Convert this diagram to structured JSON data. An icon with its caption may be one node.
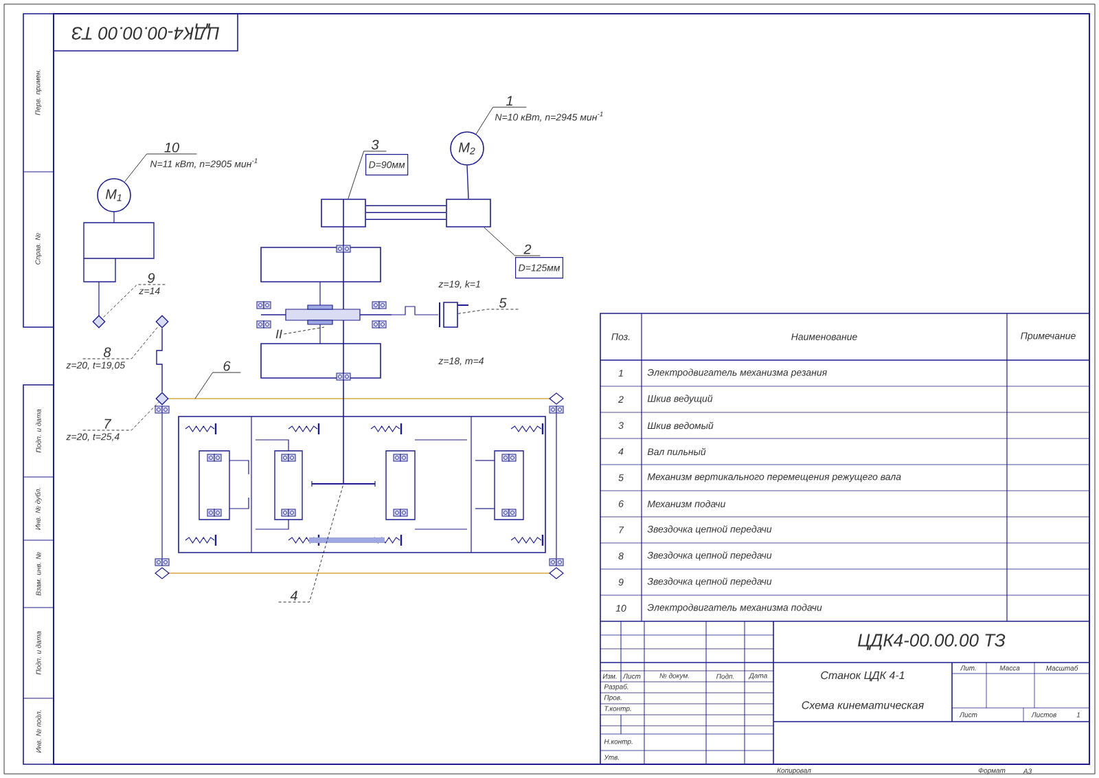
{
  "diagram": {
    "nodes": [
      {
        "text": [
          "10",
          "N=11 кВт, n=2905 мин$^{-1}$"
        ]
      },
      {
        "text": [
          "M$_{1}$"
        ]
      },
      {
        "text": [
          "1",
          "N=10 кВт, n=2945 мин$^{-1}$"
        ]
      },
      {
        "text": [
          "M$_{2}$"
        ]
      },
      {
        "text": [
          "3",
          "D=90мм"
        ]
      },
      {
        "text": [],
        "shape": "box"
      },
      {
        "text": [
          "2",
          "D=125мм"
        ]
      },
      {
        "text": [],
        "shape": "box"
      },
      {
        "text": [
          "5"
        ]
      },
      {
        "text": [],
        "shape": "box"
      },
      {
        "text": [
          "9",
          "z=14"
        ]
      },
      {
        "text": [],
        "shape": "diamond"
      },
      {
        "text": [
          "8",
          "z=20, t=19,05"
        ]
      },
      {
        "text": [],
        "shape": "diamond"
      },
      {
        "text": [
          "6"
        ]
      },
      {
        "text": [
          "7",
          "z=20, t=25,4"
        ]
      },
      {
        "text": [],
        "shape": "diamond"
      },
      {
        "text": [
          "4"
        ]
      },
      {
        "text": [
          "II"
        ]
      }
    ],
    "edges": [
      {
        "from": 0,
        "to": 1,
        "arrow": "none"
      },
      {
        "from": 2,
        "to": 3,
        "arrow": "none"
      },
      {
        "from": 4,
        "to": 5,
        "arrow": "none"
      },
      {
        "from": 6,
        "to": 7,
        "arrow": "none"
      },
      {
        "from": 8,
        "to": 9,
        "arrow": "none",
        "style": "dashed"
      },
      {
        "from": 10,
        "to": 11,
        "arrow": "none",
        "style": "dashed"
      },
      {
        "from": 12,
        "to": 13,
        "arrow": "none",
        "style": "dashed"
      },
      {
        "from": 14,
        "to": null,
        "arrow": "none"
      },
      {
        "from": 15,
        "to": 16,
        "arrow": "none",
        "style": "dashed"
      },
      {
        "from": 17,
        "to": null,
        "arrow": "none",
        "style": "dashed"
      },
      {
        "from": 18,
        "to": null,
        "arrow": "none",
        "style": "dashed"
      },
      {
        "from": 5,
        "to": 7,
        "arrow": "none",
        "color": "#1e1e8c"
      },
      {
        "from": 3,
        "to": 7,
        "arrow": "none",
        "color": "#1e1e8c"
      },
      {
        "from": 13,
        "to": 16,
        "arrow": "none",
        "color": "#1e1e8c"
      }
    ],
    "labels": [
      "ЦДК4-00.00.00 ТЗ",
      "Перв. примен.",
      "Справ. №",
      "z=19, k=1",
      "z=18, m=4",
      "Поз.",
      "Наименование",
      "Примечание",
      "1",
      "Электродвигатель механизма резания",
      "2",
      "Шкив ведущий",
      "3",
      "Шкив ведомый",
      "4",
      "Вал пильный",
      "5",
      "Механизм вертикального перемещения режущего вала",
      "6",
      "Механизм подачи",
      "7",
      "Звездочка цепной передачи",
      "8",
      "Звездочка цепной передачи",
      "9",
      "Звездочка цепной передачи",
      "10",
      "Электродвигатель механизма подачи",
      "Подп. и дата",
      "Инв. № дубл.",
      "Взам. инв. №",
      "Подп. и дата",
      "Инв. № подл.",
      "ЦДК4-00.00.00 ТЗ",
      "Лит.",
      "Масса",
      "Масштаб",
      "Изм.",
      "Лист",
      "№ докум.",
      "Подп.",
      "Дата",
      "Станок ЦДК 4-1",
      "Разраб.",
      "Пров.",
      "Схема кинематическая",
      "Т.контр.",
      "Лист",
      "Листов",
      "1",
      "Н.контр.",
      "Утв.",
      "Копировал",
      "Формат",
      "А3"
    ]
  }
}
